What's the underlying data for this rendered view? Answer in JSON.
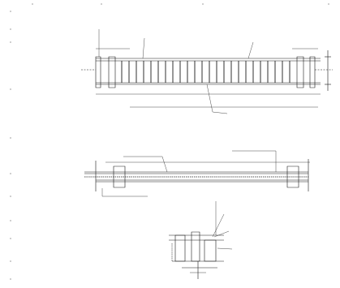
{
  "colors": {
    "ink": "#1a1a1a",
    "paper": "#ffffff",
    "faint": "#8a8a8a"
  },
  "views": {
    "elevation": {
      "name": "",
      "callouts": [
        {
          "id": "top-left",
          "text": ""
        },
        {
          "id": "top-middle",
          "text": ""
        },
        {
          "id": "top-right",
          "text": ""
        },
        {
          "id": "bottom-right",
          "text": ""
        }
      ],
      "dims": [
        "",
        "",
        ""
      ]
    },
    "plan": {
      "name": "",
      "callouts": [
        {
          "id": "upper-left",
          "text": ""
        },
        {
          "id": "upper-right",
          "text": ""
        },
        {
          "id": "lower-left",
          "text": ""
        }
      ]
    },
    "detail": {
      "name": "",
      "callouts": [
        {
          "id": "first",
          "text": ""
        },
        {
          "id": "second",
          "text": ""
        },
        {
          "id": "third",
          "text": ""
        },
        {
          "id": "fourth",
          "text": ""
        }
      ]
    }
  }
}
